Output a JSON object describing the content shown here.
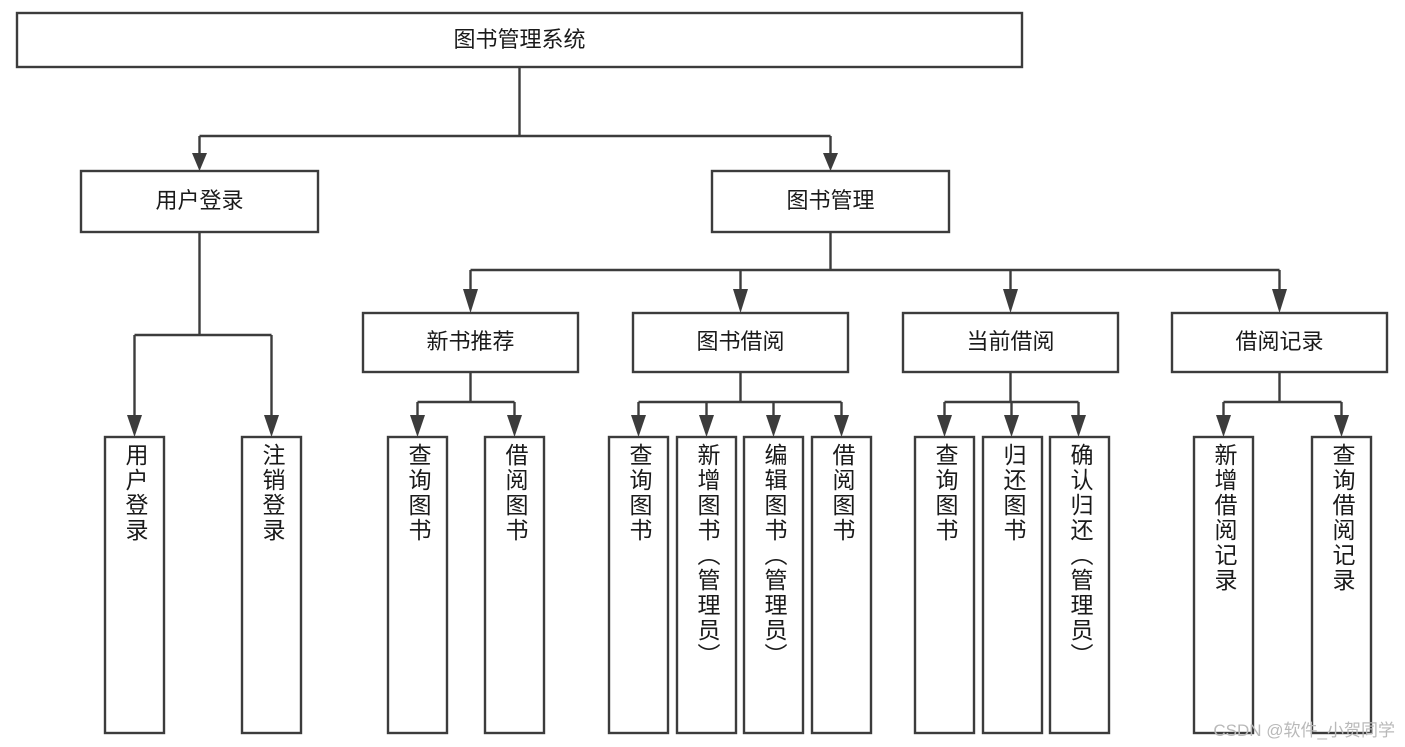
{
  "diagram": {
    "type": "hierarchy-tree",
    "title": "图书管理系统",
    "root": {
      "label": "图书管理系统"
    },
    "level2": [
      {
        "label": "用户登录"
      },
      {
        "label": "图书管理"
      }
    ],
    "level3": [
      {
        "label": "新书推荐"
      },
      {
        "label": "图书借阅"
      },
      {
        "label": "当前借阅"
      },
      {
        "label": "借阅记录"
      }
    ],
    "leaves": [
      {
        "label": "用户登录",
        "parent": "用户登录"
      },
      {
        "label": "注销登录",
        "parent": "用户登录"
      },
      {
        "label": "查询图书",
        "parent": "新书推荐"
      },
      {
        "label": "借阅图书",
        "parent": "新书推荐"
      },
      {
        "label": "查询图书",
        "parent": "图书借阅"
      },
      {
        "label": "新增图书（管理员）",
        "parent": "图书借阅"
      },
      {
        "label": "编辑图书（管理员）",
        "parent": "图书借阅"
      },
      {
        "label": "借阅图书",
        "parent": "图书借阅"
      },
      {
        "label": "查询图书",
        "parent": "当前借阅"
      },
      {
        "label": "归还图书",
        "parent": "当前借阅"
      },
      {
        "label": "确认归还（管理员）",
        "parent": "当前借阅"
      },
      {
        "label": "新增借阅记录",
        "parent": "借阅记录"
      },
      {
        "label": "查询借阅记录",
        "parent": "借阅记录"
      }
    ],
    "colors": {
      "stroke": "#3c3c3c",
      "fill": "#ffffff",
      "text": "#1a1a1a",
      "background": "#ffffff",
      "watermark": "#b9b9b9"
    }
  },
  "watermark": {
    "text": "CSDN @软件_小贺同学"
  }
}
